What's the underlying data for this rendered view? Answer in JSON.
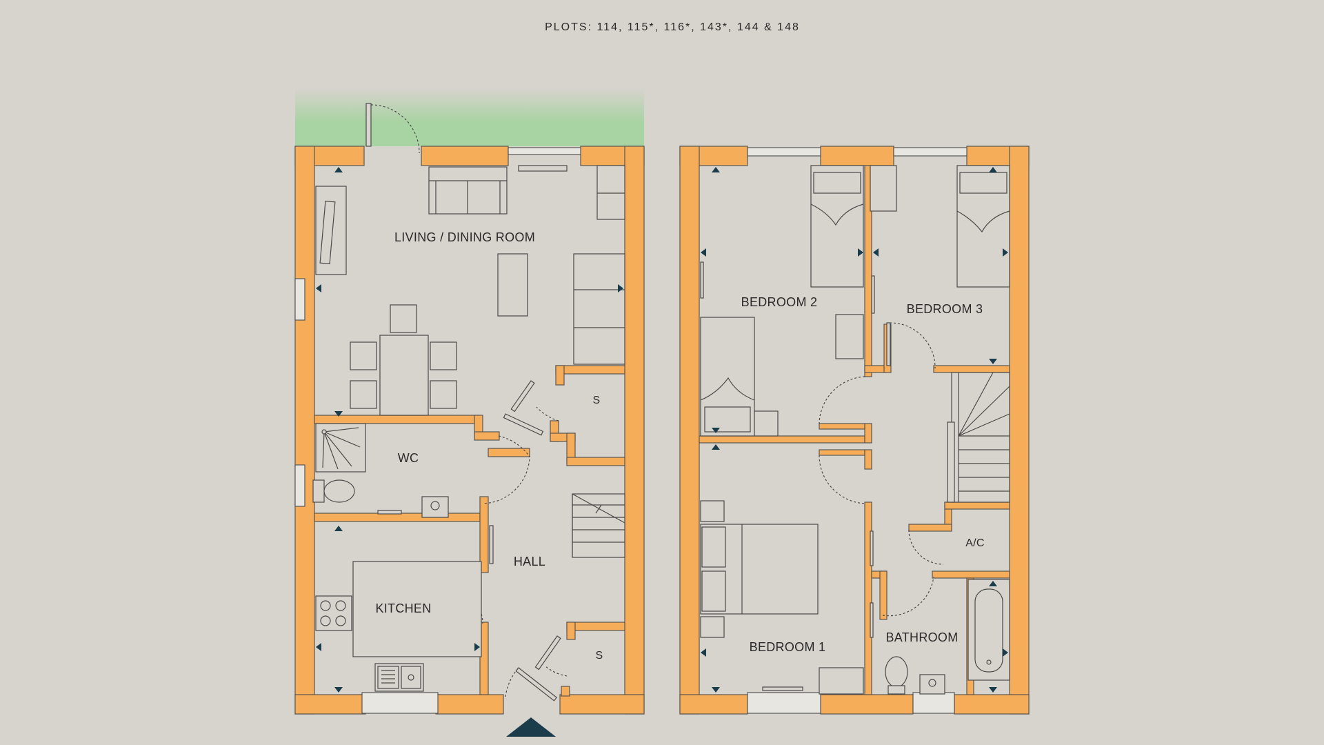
{
  "header": {
    "plots": "PLOTS: 114, 115*, 116*, 143*, 144 & 148"
  },
  "ground_floor": {
    "rooms": {
      "living_dining": "LIVING / DINING ROOM",
      "wc": "WC",
      "kitchen": "KITCHEN",
      "hall": "HALL",
      "store_upper": "S",
      "store_lower": "S"
    }
  },
  "first_floor": {
    "rooms": {
      "bedroom1": "BEDROOM 1",
      "bedroom2": "BEDROOM 2",
      "bedroom3": "BEDROOM 3",
      "bathroom": "BATHROOM",
      "airing_cupboard": "A/C"
    }
  },
  "colors": {
    "background": "#d7d3cd",
    "wall": "#f5ad59",
    "garden": "#a8d3a2",
    "marker": "#1b3c4a"
  }
}
